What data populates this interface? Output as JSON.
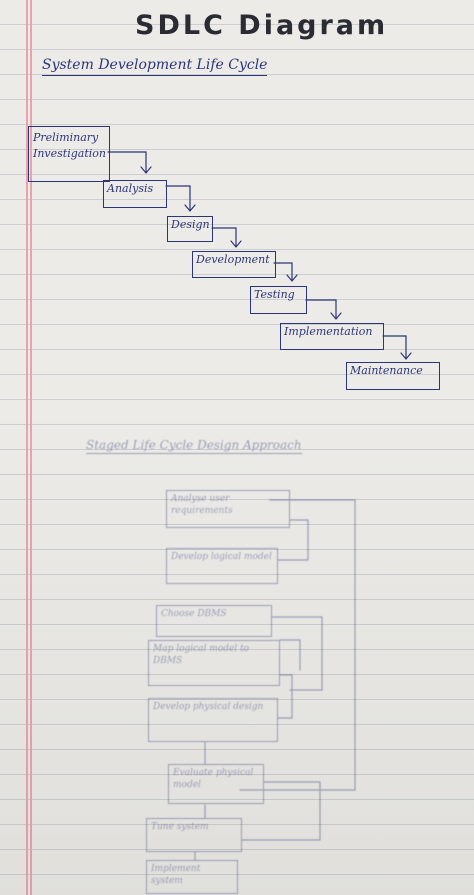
{
  "title": "SDLC Diagram",
  "subtitle": "System Development Life Cycle",
  "waterfall": [
    {
      "label": "Preliminary Investigation"
    },
    {
      "label": "Analysis"
    },
    {
      "label": "Design"
    },
    {
      "label": "Development"
    },
    {
      "label": "Testing"
    },
    {
      "label": "Implementation"
    },
    {
      "label": "Maintenance"
    }
  ],
  "second_heading": "Staged Life Cycle Design Approach",
  "faint_steps": [
    {
      "label": "Analyse user requirements"
    },
    {
      "label": "Develop logical model"
    },
    {
      "label": "Choose DBMS"
    },
    {
      "label": "Map logical model to DBMS"
    },
    {
      "label": "Develop physical design"
    },
    {
      "label": "Evaluate physical model"
    },
    {
      "label": "Tune system"
    },
    {
      "label": "Implement system"
    }
  ],
  "colors": {
    "ink": "#2d3579",
    "paper": "#ecebe7",
    "margin": "#e7a4ad"
  }
}
